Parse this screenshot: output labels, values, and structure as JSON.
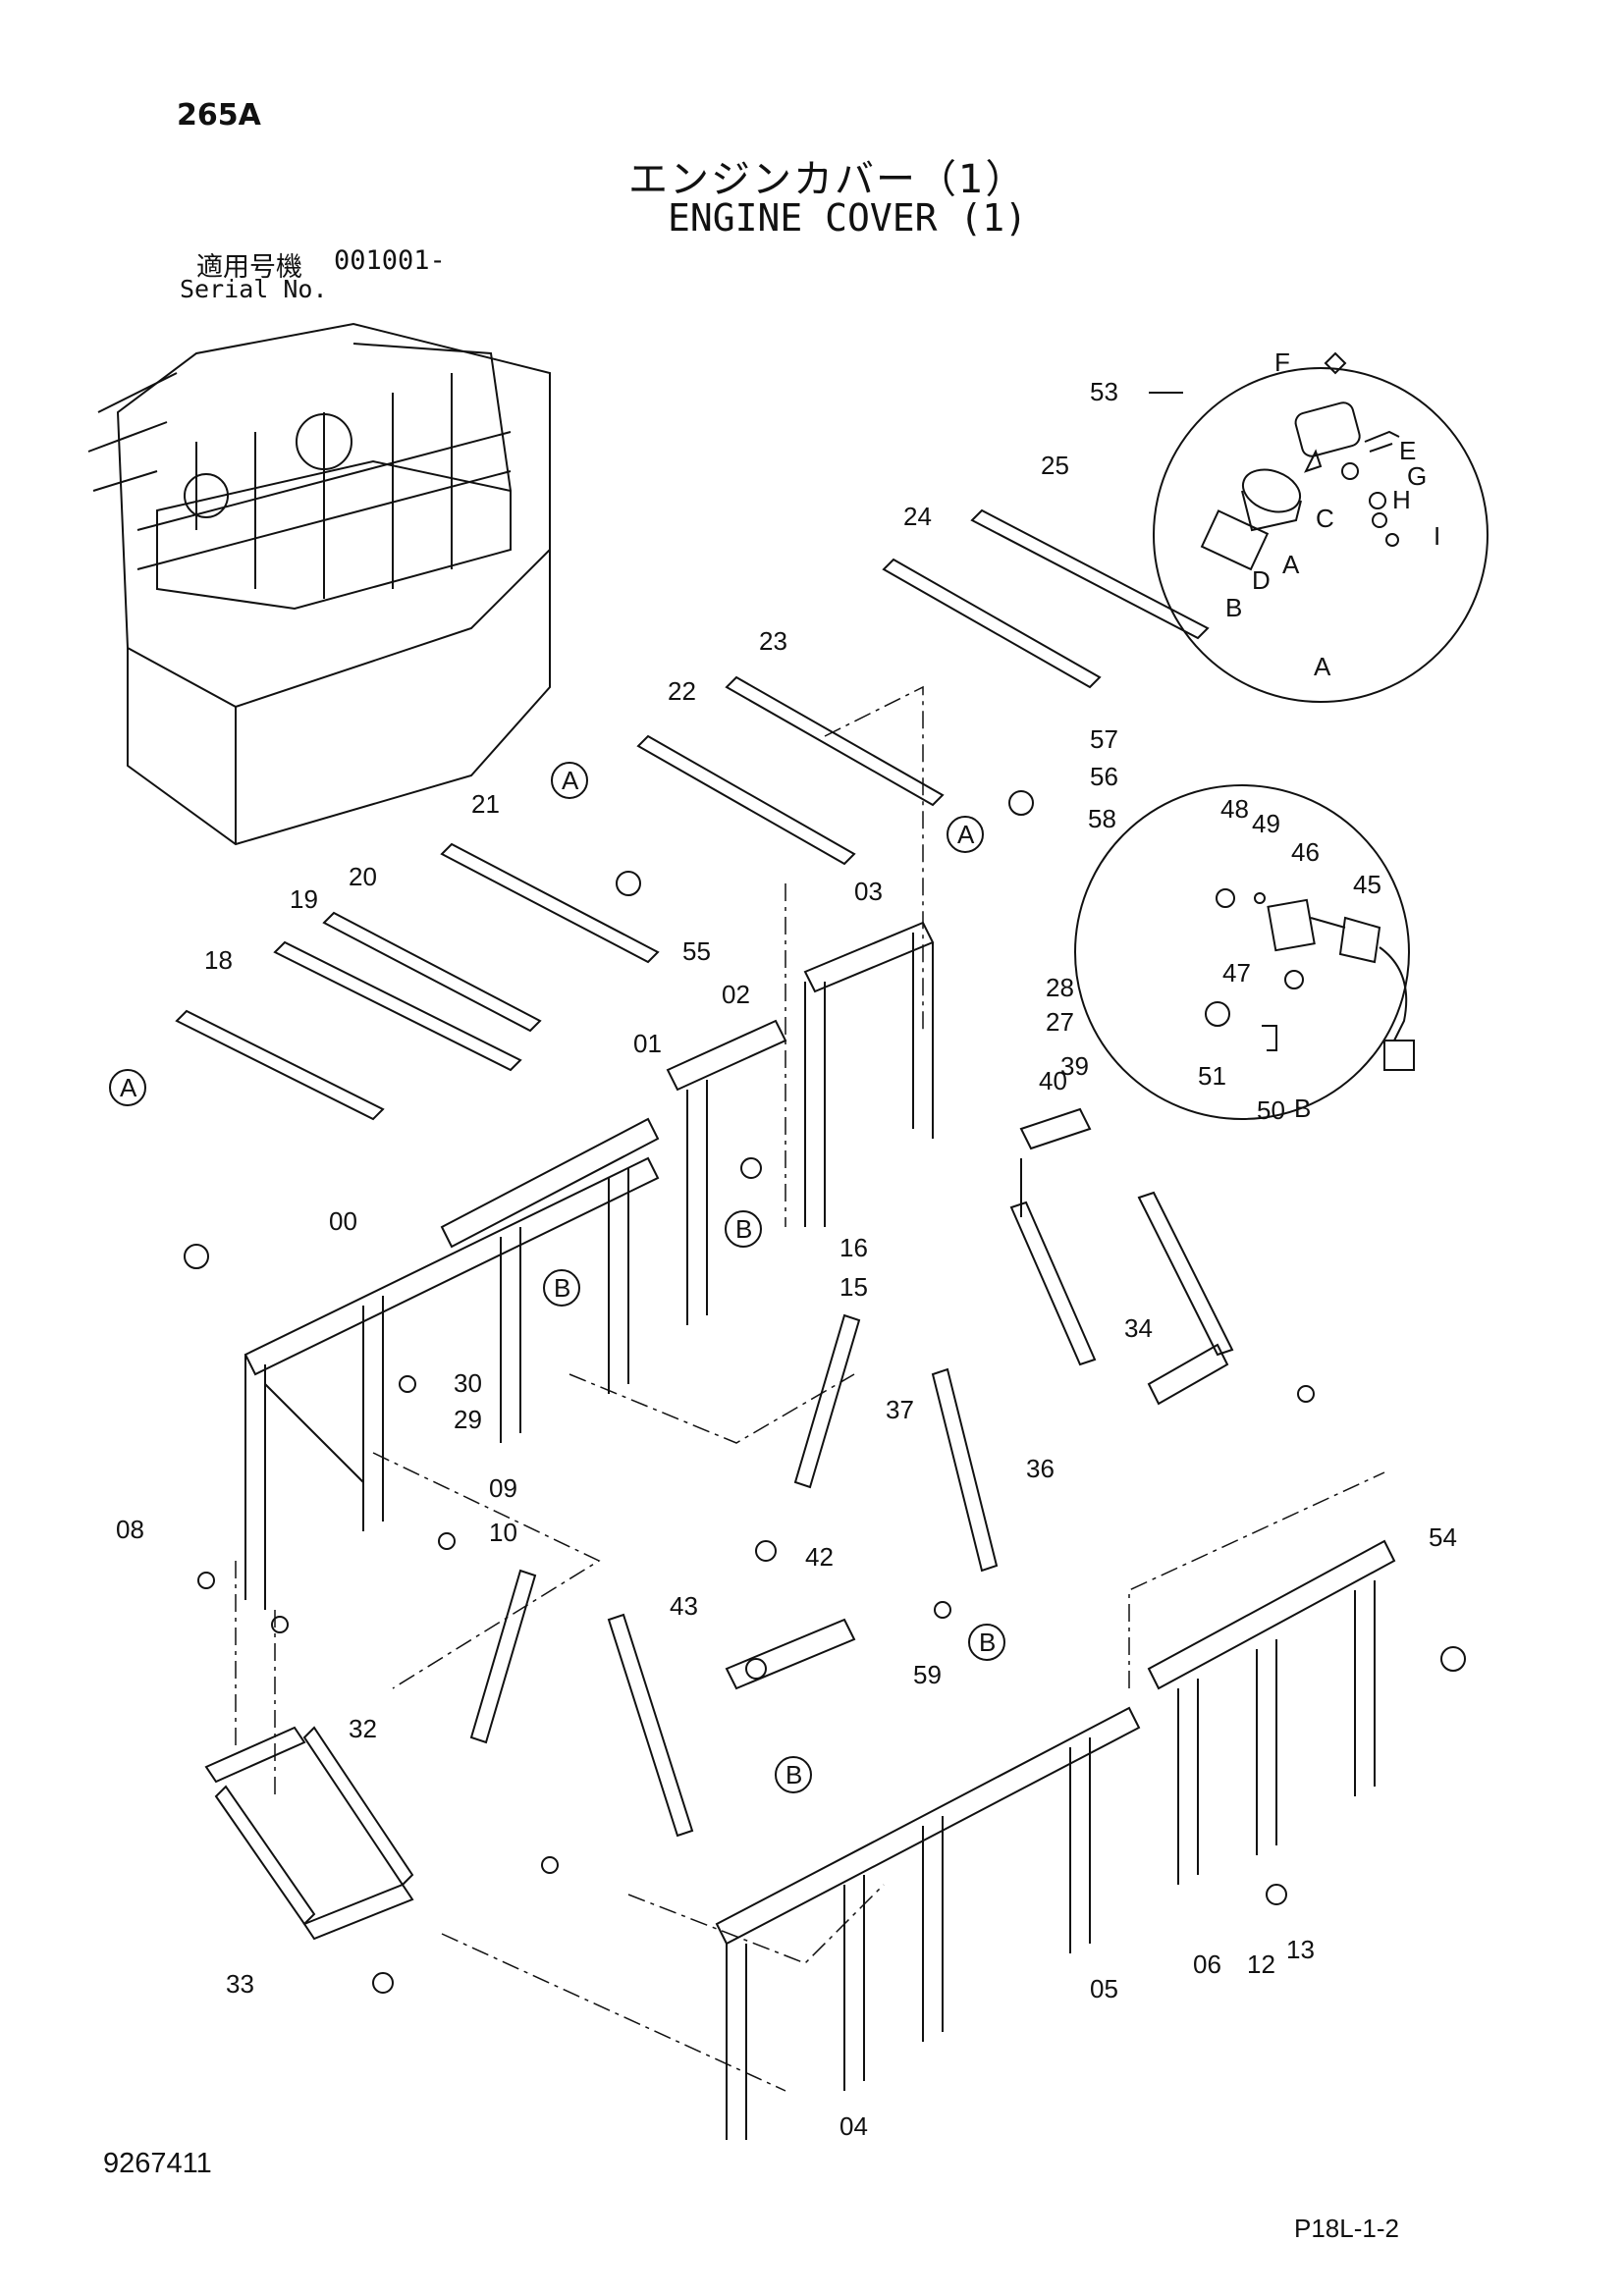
{
  "header": {
    "page_code": "265A",
    "title_jp": "エンジンカバー（1）",
    "title_en": "ENGINE COVER (1)",
    "serial_label_jp": "適用号機",
    "serial_value": "001001-",
    "serial_label_en": "Serial No."
  },
  "footer": {
    "doc_number": "9267411",
    "page_ref": "P18L-1-2"
  },
  "diagram": {
    "callouts": [
      "00",
      "01",
      "02",
      "03",
      "04",
      "05",
      "06",
      "08",
      "09",
      "10",
      "12",
      "13",
      "15",
      "16",
      "18",
      "19",
      "20",
      "21",
      "22",
      "23",
      "24",
      "25",
      "27",
      "28",
      "29",
      "30",
      "32",
      "33",
      "34",
      "36",
      "37",
      "39",
      "40",
      "42",
      "43",
      "45",
      "46",
      "47",
      "48",
      "49",
      "50",
      "51",
      "53",
      "54",
      "55",
      "56",
      "57",
      "58",
      "59"
    ],
    "detail_a_parts": [
      "A",
      "B",
      "C",
      "D",
      "E",
      "F",
      "G",
      "H",
      "I"
    ],
    "detail_b_parts": [
      "45",
      "46",
      "47",
      "48",
      "49",
      "50",
      "51"
    ],
    "detail_labels": [
      "A",
      "B"
    ]
  }
}
